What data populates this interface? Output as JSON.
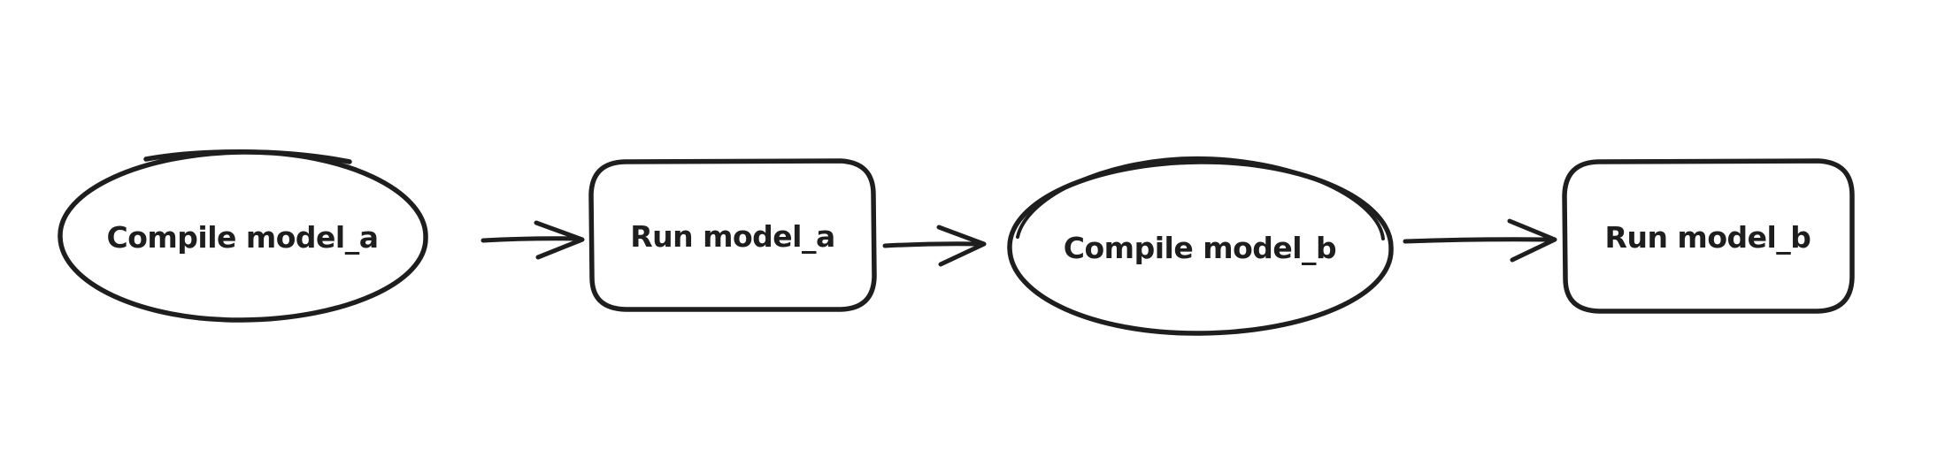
{
  "page": {
    "background_color": "#ffffff",
    "kind": "hand-drawn flowchart (whiteboard sketch style)"
  },
  "diagram": {
    "stroke_color": "#1e1e1e",
    "node_fill": "transparent",
    "nodes": [
      {
        "id": "compile_model_a",
        "label": "Compile model_a",
        "shape": "ellipse"
      },
      {
        "id": "run_model_a",
        "label": "Run model_a",
        "shape": "rounded-rectangle"
      },
      {
        "id": "compile_model_b",
        "label": "Compile model_b",
        "shape": "ellipse"
      },
      {
        "id": "run_model_b",
        "label": "Run model_b",
        "shape": "rounded-rectangle"
      }
    ],
    "edges": [
      {
        "from": "compile_model_a",
        "to": "run_model_a",
        "type": "arrow"
      },
      {
        "from": "run_model_a",
        "to": "compile_model_b",
        "type": "arrow"
      },
      {
        "from": "compile_model_b",
        "to": "run_model_b",
        "type": "arrow"
      }
    ]
  }
}
